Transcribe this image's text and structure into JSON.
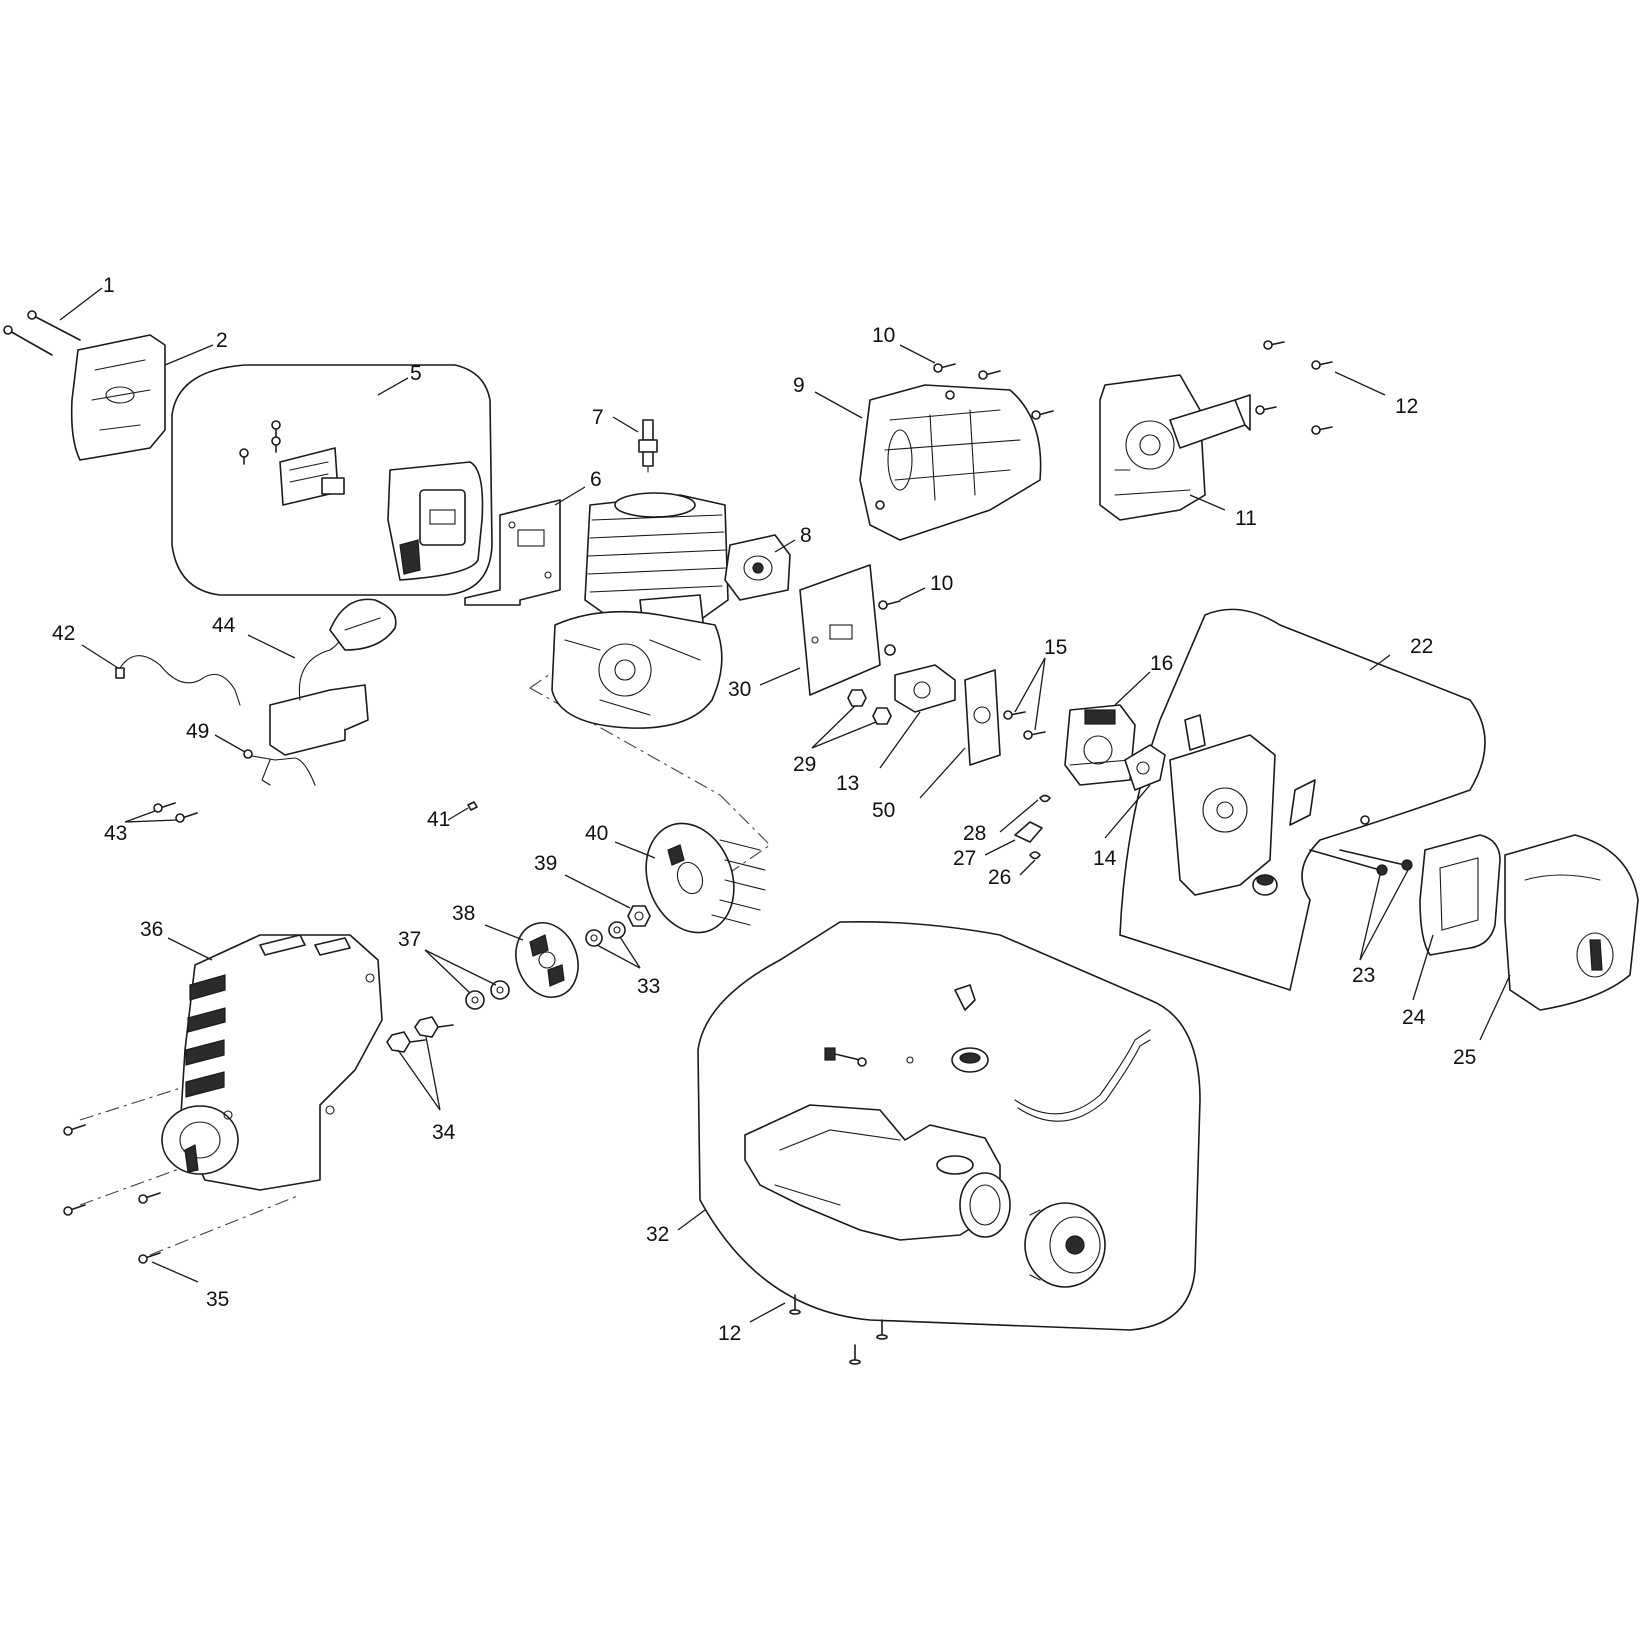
{
  "callouts": [
    {
      "id": "c1",
      "text": "1"
    },
    {
      "id": "c2",
      "text": "2"
    },
    {
      "id": "c5",
      "text": "5"
    },
    {
      "id": "c6",
      "text": "6"
    },
    {
      "id": "c7",
      "text": "7"
    },
    {
      "id": "c8",
      "text": "8"
    },
    {
      "id": "c9",
      "text": "9"
    },
    {
      "id": "c10a",
      "text": "10"
    },
    {
      "id": "c10b",
      "text": "10"
    },
    {
      "id": "c11",
      "text": "11"
    },
    {
      "id": "c12a",
      "text": "12"
    },
    {
      "id": "c12b",
      "text": "12"
    },
    {
      "id": "c13",
      "text": "13"
    },
    {
      "id": "c14",
      "text": "14"
    },
    {
      "id": "c15",
      "text": "15"
    },
    {
      "id": "c16",
      "text": "16"
    },
    {
      "id": "c22",
      "text": "22"
    },
    {
      "id": "c23",
      "text": "23"
    },
    {
      "id": "c24",
      "text": "24"
    },
    {
      "id": "c25",
      "text": "25"
    },
    {
      "id": "c26",
      "text": "26"
    },
    {
      "id": "c27",
      "text": "27"
    },
    {
      "id": "c28",
      "text": "28"
    },
    {
      "id": "c29",
      "text": "29"
    },
    {
      "id": "c30",
      "text": "30"
    },
    {
      "id": "c32",
      "text": "32"
    },
    {
      "id": "c33",
      "text": "33"
    },
    {
      "id": "c34",
      "text": "34"
    },
    {
      "id": "c35",
      "text": "35"
    },
    {
      "id": "c36",
      "text": "36"
    },
    {
      "id": "c37",
      "text": "37"
    },
    {
      "id": "c38",
      "text": "38"
    },
    {
      "id": "c39",
      "text": "39"
    },
    {
      "id": "c40",
      "text": "40"
    },
    {
      "id": "c41",
      "text": "41"
    },
    {
      "id": "c42",
      "text": "42"
    },
    {
      "id": "c43",
      "text": "43"
    },
    {
      "id": "c44",
      "text": "44"
    },
    {
      "id": "c49",
      "text": "49"
    },
    {
      "id": "c50",
      "text": "50"
    }
  ]
}
